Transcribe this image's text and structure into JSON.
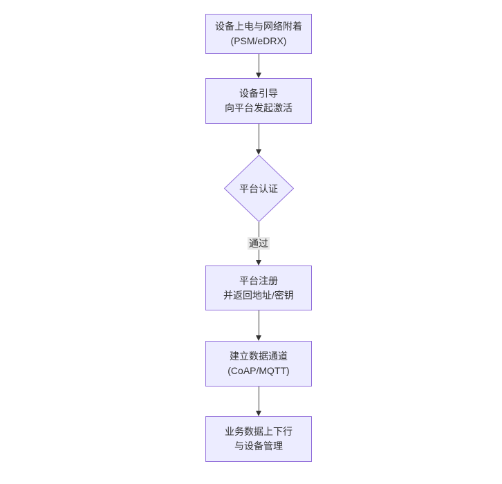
{
  "diagram": {
    "type": "flowchart",
    "direction": "top-down",
    "colors": {
      "background": "#ffffff",
      "node_fill": "#ECECFF",
      "node_border": "#9370DB",
      "line_color": "#333333",
      "text_color": "#333333",
      "edge_label_bg": "#e8e8e8"
    },
    "nodes": [
      {
        "id": "n1",
        "shape": "rect",
        "lines": [
          "设备上电与网络附着",
          "(PSM/eDRX)"
        ]
      },
      {
        "id": "n2",
        "shape": "rect",
        "lines": [
          "设备引导",
          "向平台发起激活"
        ]
      },
      {
        "id": "n3",
        "shape": "diamond",
        "lines": [
          "平台认证"
        ]
      },
      {
        "id": "n4",
        "shape": "rect",
        "lines": [
          "平台注册",
          "并返回地址/密钥"
        ]
      },
      {
        "id": "n5",
        "shape": "rect",
        "lines": [
          "建立数据通道",
          "(CoAP/MQTT)"
        ]
      },
      {
        "id": "n6",
        "shape": "rect",
        "lines": [
          "业务数据上下行",
          "与设备管理"
        ]
      }
    ],
    "edges": [
      {
        "from": "n1",
        "to": "n2",
        "label": ""
      },
      {
        "from": "n2",
        "to": "n3",
        "label": ""
      },
      {
        "from": "n3",
        "to": "n4",
        "label": "通过"
      },
      {
        "from": "n4",
        "to": "n5",
        "label": ""
      },
      {
        "from": "n5",
        "to": "n6",
        "label": ""
      }
    ]
  }
}
